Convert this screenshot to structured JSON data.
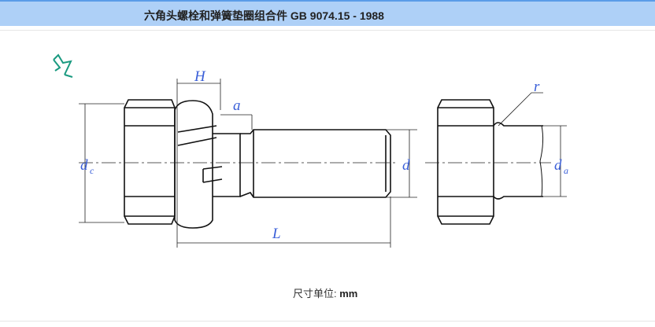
{
  "header": {
    "title": "六角头螺栓和弹簧垫圈组合件 GB 9074.15 - 1988"
  },
  "drawing": {
    "labels": {
      "H": "H",
      "a": "a",
      "L": "L",
      "d": "d",
      "dc": "d",
      "dc_sub": "c",
      "da": "d",
      "da_sub": "a",
      "r": "r"
    }
  },
  "footer": {
    "unit_label": "尺寸单位:",
    "unit_value": "mm"
  },
  "colors": {
    "header_bg": "#aed0f7",
    "label": "#3a5fd8",
    "pin": "#1a9a80"
  }
}
